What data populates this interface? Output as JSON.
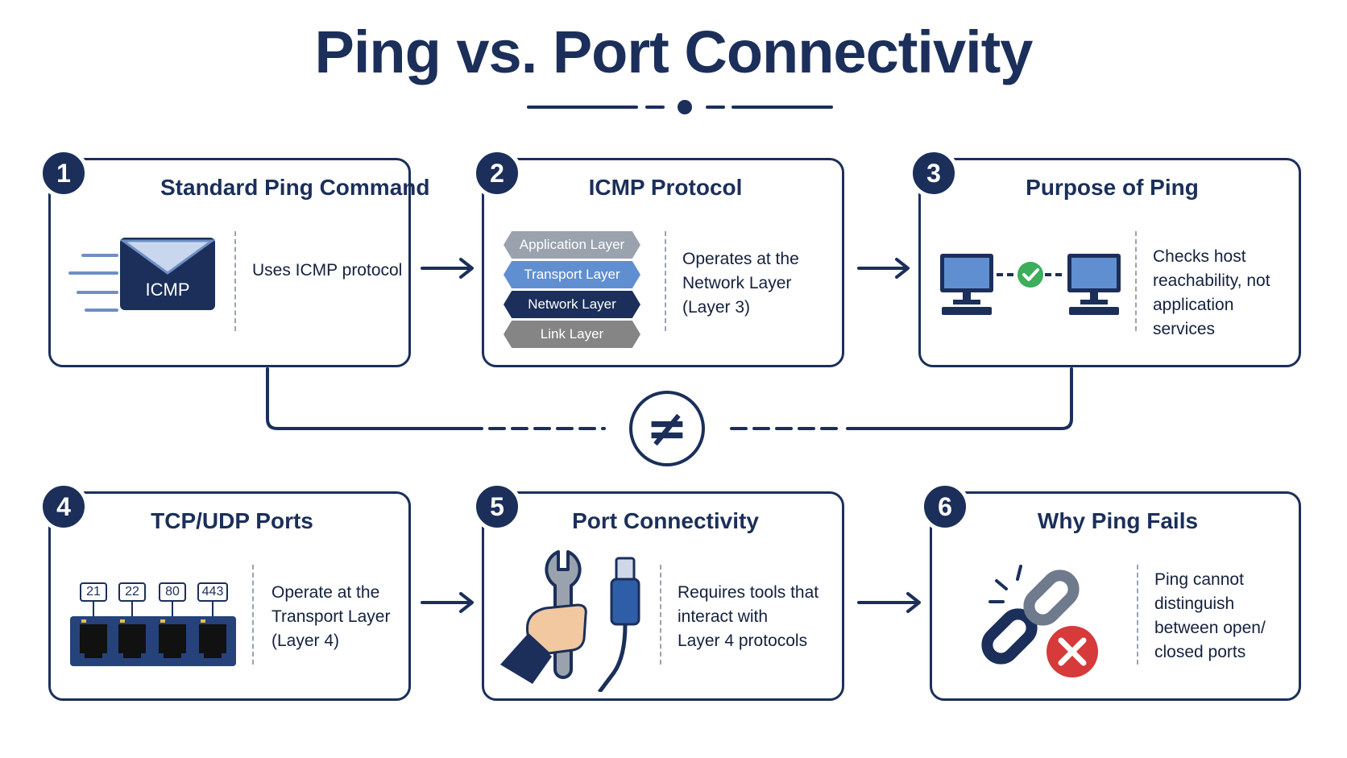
{
  "title": "Ping vs. Port Connectivity",
  "cards": [
    {
      "number": "1",
      "title": "Standard Ping Command",
      "desc": [
        "Uses ICMP protocol"
      ],
      "icon_label": "ICMP"
    },
    {
      "number": "2",
      "title": "ICMP Protocol",
      "desc": [
        "Operates at the",
        "Network Layer",
        "(Layer 3)"
      ]
    },
    {
      "number": "3",
      "title": "Purpose of Ping",
      "desc": [
        "Checks host",
        "reachability, not",
        "application services"
      ]
    },
    {
      "number": "4",
      "title": "TCP/UDP Ports",
      "desc": [
        "Operate at the",
        "Transport Layer",
        "(Layer 4)"
      ]
    },
    {
      "number": "5",
      "title": "Port Connectivity",
      "desc": [
        "Requires tools that",
        "interact with",
        "Layer 4 protocols"
      ]
    },
    {
      "number": "6",
      "title": "Why Ping Fails",
      "desc": [
        "Ping cannot",
        "distinguish",
        "between open/",
        "closed ports"
      ]
    }
  ],
  "layers": [
    "Application Layer",
    "Transport Layer",
    "Network Layer",
    "Link Layer"
  ],
  "ports": [
    "21",
    "22",
    "80",
    "443"
  ],
  "not_equal_symbol": "≠",
  "colors": {
    "navy": "#1b2f5a",
    "blue": "#4a78b8",
    "green": "#3cae5c",
    "red": "#d63a3a",
    "gray": "#8c8c8c"
  }
}
